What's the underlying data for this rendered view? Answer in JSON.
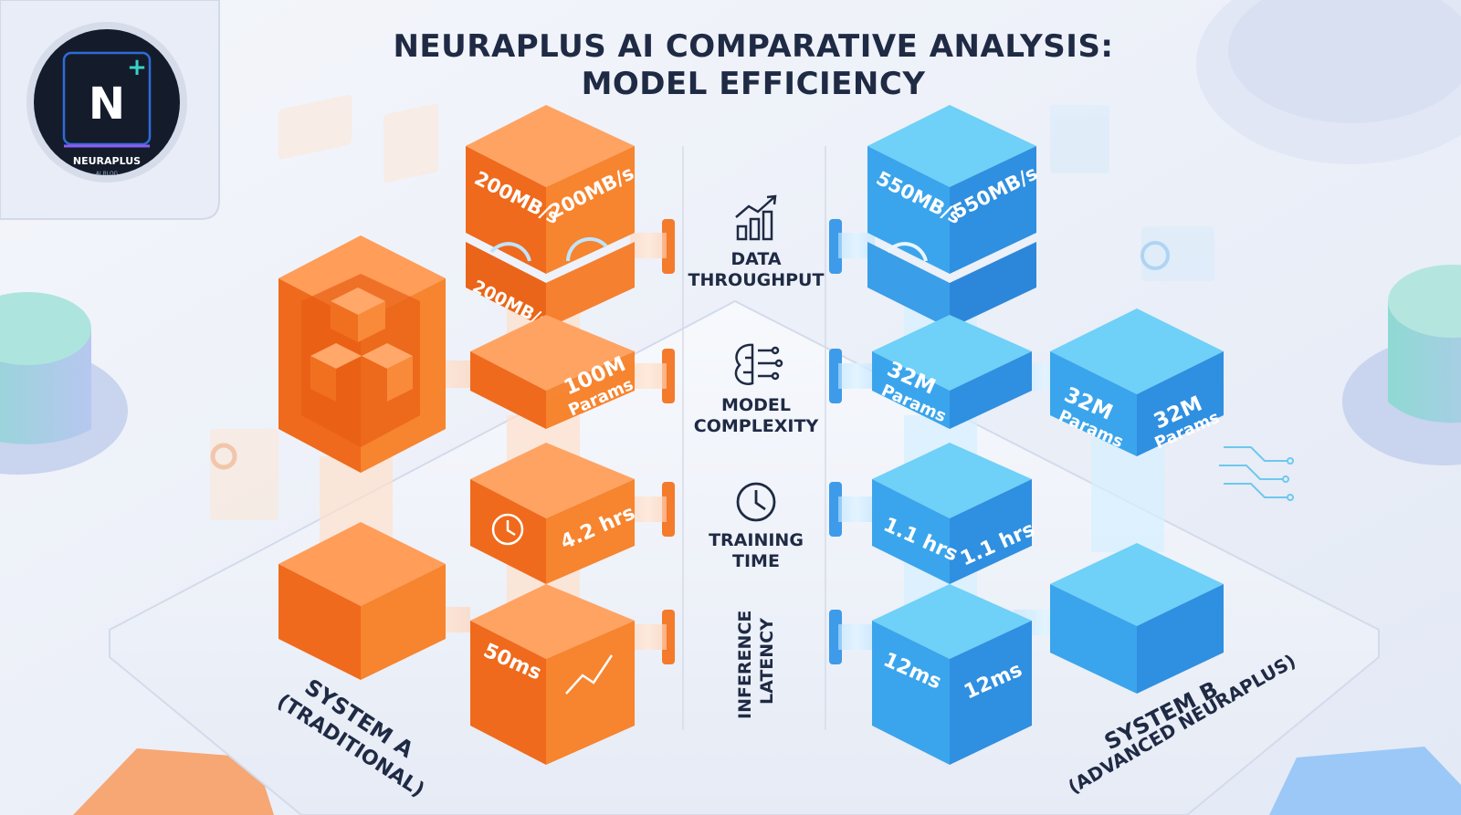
{
  "logo": {
    "brand": "NEURAPLUS",
    "tagline": "AI BLOG",
    "letter": "N",
    "plus": "+"
  },
  "title": {
    "line1": "NEURAPLUS AI COMPARATIVE ANALYSIS:",
    "line2": "MODEL EFFICIENCY"
  },
  "metrics": [
    {
      "label_line1": "DATA",
      "label_line2": "THROUGHPUT",
      "icon": "bar-chart-icon"
    },
    {
      "label_line1": "MODEL",
      "label_line2": "COMPLEXITY",
      "icon": "brain-circuit-icon"
    },
    {
      "label_line1": "TRAINING",
      "label_line2": "TIME",
      "icon": "clock-icon"
    },
    {
      "label_line1": "INFERENCE",
      "label_line2": "LATENCY",
      "icon": "none"
    }
  ],
  "system_a": {
    "label_line1": "SYSTEM A",
    "label_line2": "(TRADITIONAL)",
    "color": "#f47a2c",
    "throughput": "200MB/s",
    "complexity_value": "100M",
    "complexity_unit": "Params",
    "training_time": "4.2 hrs",
    "latency": "50ms"
  },
  "system_b": {
    "label_line1": "SYSTEM B",
    "label_line2": "(ADVANCED NEURAPLUS)",
    "color": "#3d9be9",
    "throughput": "550MB/s",
    "complexity_value": "32M",
    "complexity_unit": "Params",
    "training_time": "1.1 hrs",
    "latency": "12ms"
  }
}
